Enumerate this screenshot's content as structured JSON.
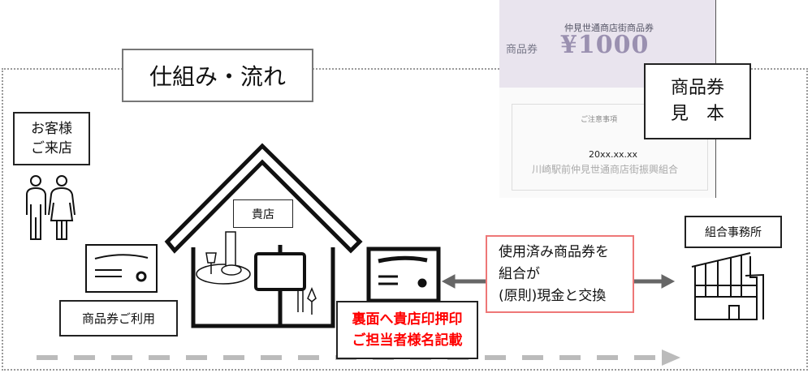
{
  "title": "仕組み・流れ",
  "customer": {
    "line1": "お客様",
    "line2": "ご来店"
  },
  "voucher_use": "商品券ご利用",
  "shop_label": "貴店",
  "stamp_note": {
    "line1": "裏面へ貴店印押印",
    "line2": "ご担当者様名記載"
  },
  "exchange": {
    "line1": "使用済み商品券を",
    "line2": "組合が",
    "line3": "(原則)現金と交換"
  },
  "office_label": "組合事務所",
  "sample": {
    "line1": "商品券",
    "line2": "見　本"
  },
  "voucher_image": {
    "header": "仲見世通商店街商品券",
    "amount": "¥1000",
    "side_label": "商品券",
    "issuer": "川崎駅前仲見世通商店街振興組合",
    "notes_title": "ご注意事項",
    "expiry": "20xx.xx.xx"
  },
  "colors": {
    "red": "#ff0000",
    "pink_border": "#ee7777",
    "arrow": "#666666",
    "dash": "#bbbbbb"
  }
}
